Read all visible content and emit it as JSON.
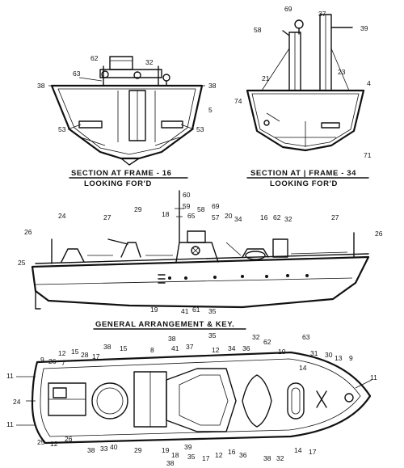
{
  "captions": {
    "section16_title": "SECTION AT FRAME - 16",
    "section16_sub": "LOOKING FOR'D",
    "section34_title": "SECTION AT | FRAME - 34",
    "section34_sub": "LOOKING FOR'D",
    "general": "GENERAL ARRANGEMENT & KEY."
  },
  "labels": {
    "s16": [
      "62",
      "32",
      "63",
      "38",
      "38",
      "5",
      "53",
      "53"
    ],
    "s34": [
      "69",
      "37",
      "58",
      "39",
      "21",
      "23",
      "4",
      "74",
      "71"
    ],
    "profile": [
      "60",
      "18",
      "59",
      "58",
      "69",
      "29",
      "24",
      "27",
      "65",
      "57",
      "20",
      "34",
      "16",
      "62",
      "32",
      "27",
      "26",
      "26",
      "25",
      "19",
      "41",
      "61",
      "35"
    ],
    "plan": [
      "38",
      "41",
      "37",
      "35",
      "12",
      "34",
      "36",
      "32",
      "62",
      "10",
      "63",
      "15",
      "12",
      "15",
      "28",
      "17",
      "38",
      "9",
      "26",
      "7",
      "30",
      "13",
      "9",
      "31",
      "14",
      "11",
      "24",
      "11",
      "25",
      "12",
      "26",
      "38",
      "33",
      "40",
      "29",
      "19",
      "18",
      "38",
      "39",
      "35",
      "17",
      "12",
      "16",
      "36",
      "38",
      "32",
      "14",
      "17",
      "11",
      "8"
    ]
  }
}
